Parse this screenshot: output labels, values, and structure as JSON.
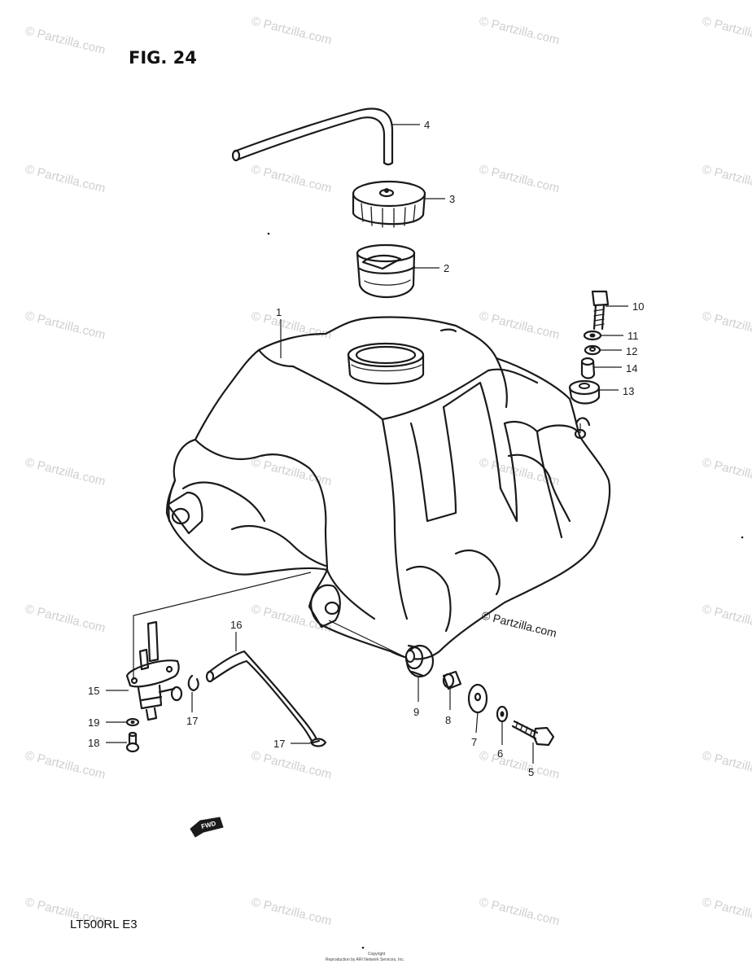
{
  "figure": {
    "title": "FIG. 24"
  },
  "model_code": "LT500RL  E3",
  "watermark": "© Partzilla.com",
  "main_watermark": "© Partzilla.com",
  "copyright_line1": "Copyright",
  "copyright_line2": "Reproduction by ARI Network Services, Inc.",
  "fwd_label": "FWD",
  "callouts": {
    "c1": "1",
    "c2": "2",
    "c3": "3",
    "c4": "4",
    "c5": "5",
    "c6": "6",
    "c7": "7",
    "c8": "8",
    "c9": "9",
    "c10": "10",
    "c11": "11",
    "c12": "12",
    "c13": "13",
    "c14": "14",
    "c15": "15",
    "c16": "16",
    "c17a": "17",
    "c17b": "17",
    "c18": "18",
    "c19": "19"
  }
}
